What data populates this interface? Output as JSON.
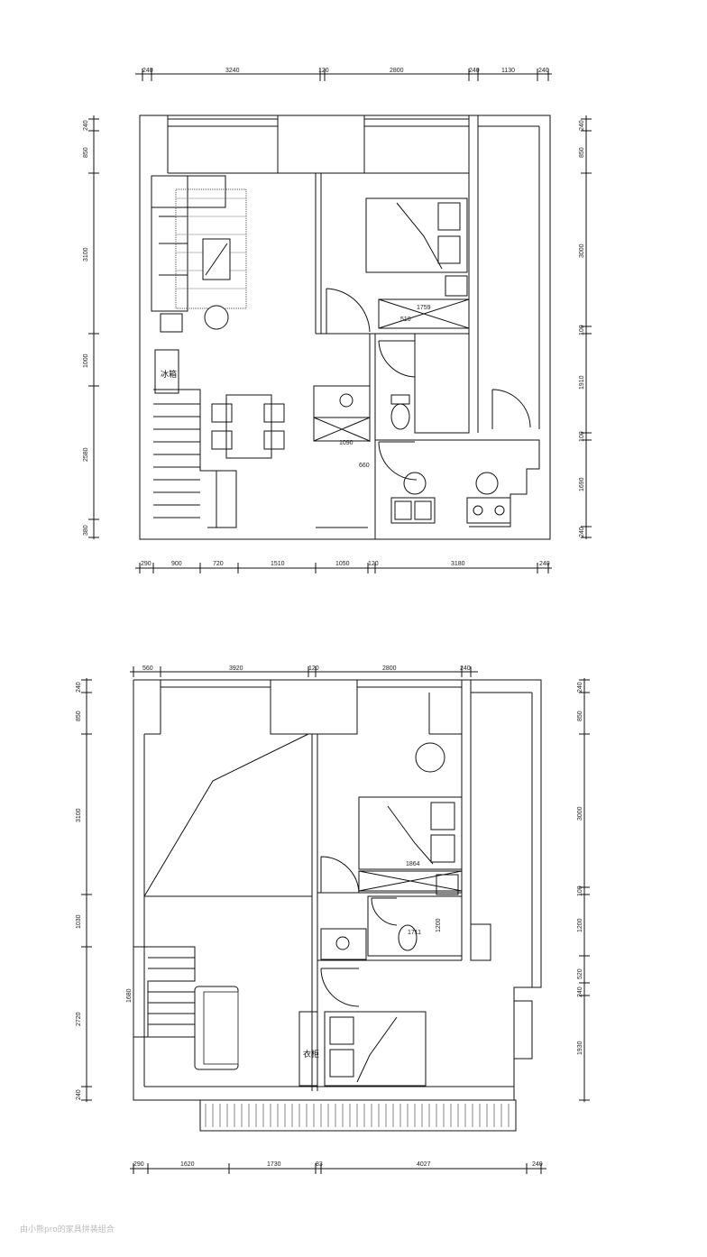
{
  "plans": [
    {
      "name": "floor-1",
      "dims_top": [
        "240",
        "3240",
        "120",
        "2800",
        "240",
        "1130",
        "240"
      ],
      "dims_bottom": [
        "290",
        "900",
        "720",
        "1510",
        "1050",
        "120",
        "3180",
        "240"
      ],
      "dims_left": [
        "240",
        "850",
        "3100",
        "1000",
        "2580",
        "380"
      ],
      "dims_right": [
        "240",
        "850",
        "3000",
        "100",
        "1910",
        "100",
        "1690",
        "240"
      ],
      "inner_dims": [
        "1759",
        "510",
        "1090",
        "660"
      ],
      "fridge_label": "冰箱"
    },
    {
      "name": "floor-2",
      "dims_top": [
        "560",
        "3920",
        "120",
        "2800",
        "240"
      ],
      "dims_bottom": [
        "290",
        "1620",
        "1730",
        "83",
        "4027",
        "240"
      ],
      "dims_left": [
        "240",
        "850",
        "3100",
        "1030",
        "2720",
        "240"
      ],
      "dims_right": [
        "240",
        "850",
        "3000",
        "100",
        "1200",
        "520",
        "240",
        "1930"
      ],
      "inner_dims": [
        "1864",
        "1711",
        "1200",
        "1680"
      ],
      "wardrobe_label": "衣柜"
    }
  ],
  "watermark": "由小熊pro的家具拼装组合"
}
